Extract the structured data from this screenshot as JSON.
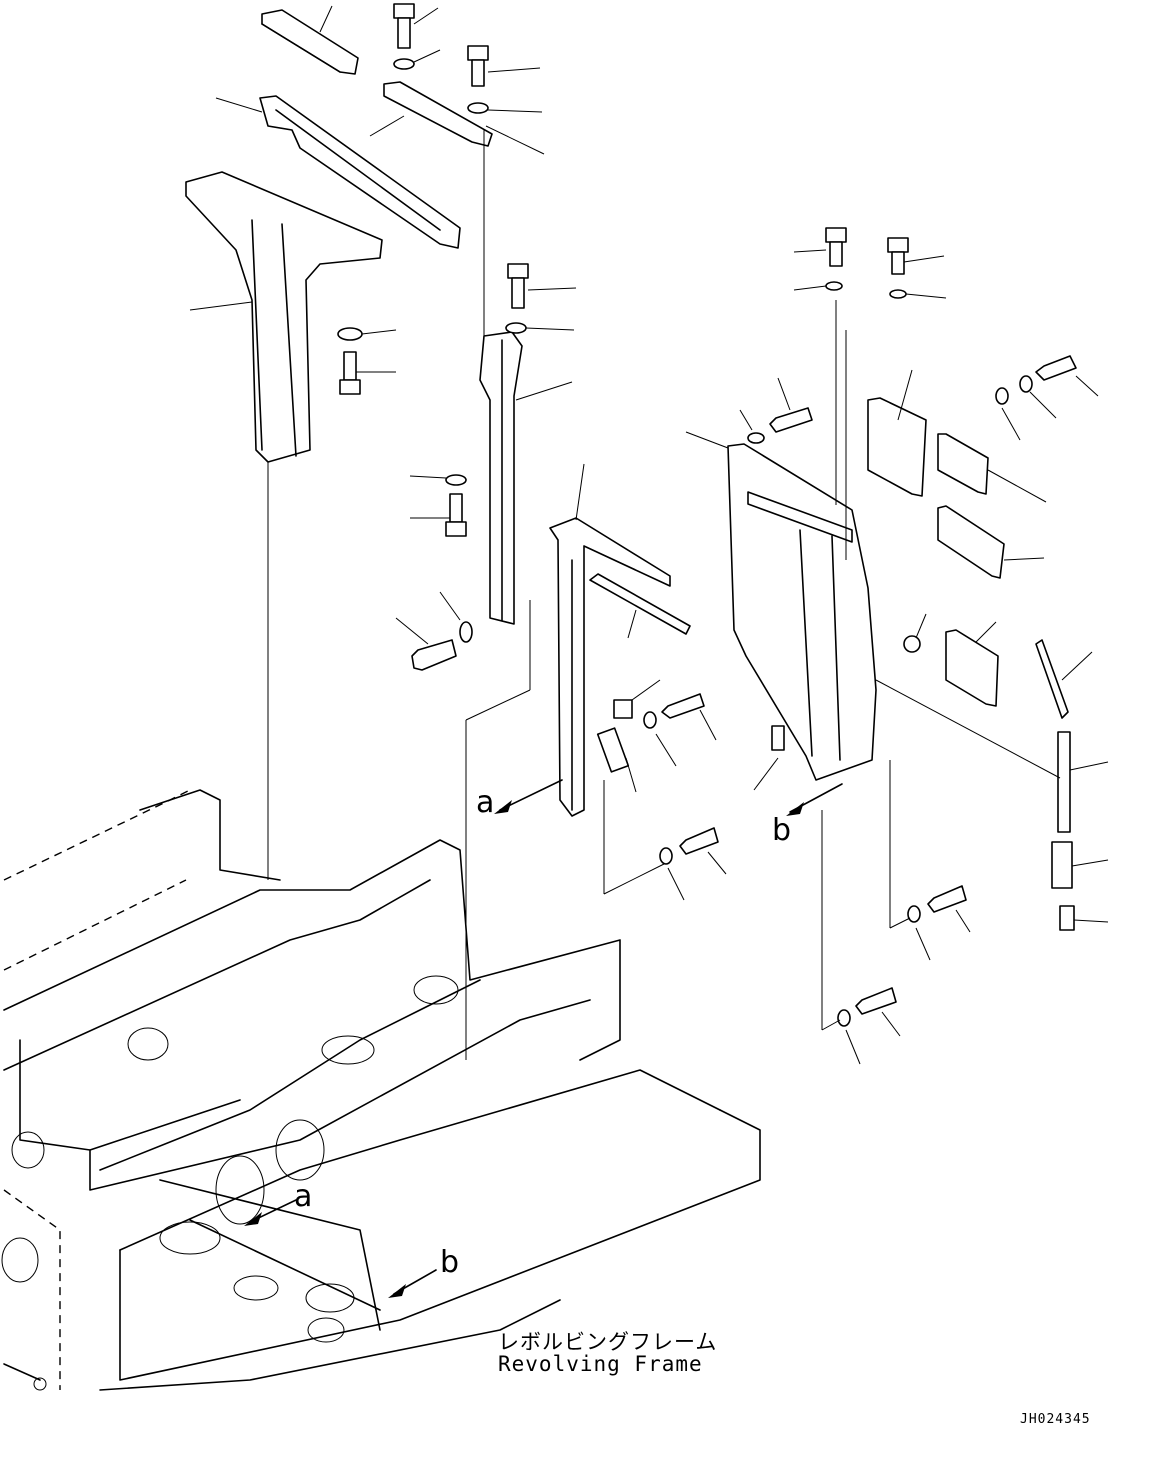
{
  "labels": {
    "arrow_a_top": "a",
    "arrow_b_top": "b",
    "arrow_a_bottom": "a",
    "arrow_b_bottom": "b"
  },
  "caption": {
    "japanese": "レボルビングフレーム",
    "english": "Revolving Frame"
  },
  "drawing_code": "JH024345"
}
